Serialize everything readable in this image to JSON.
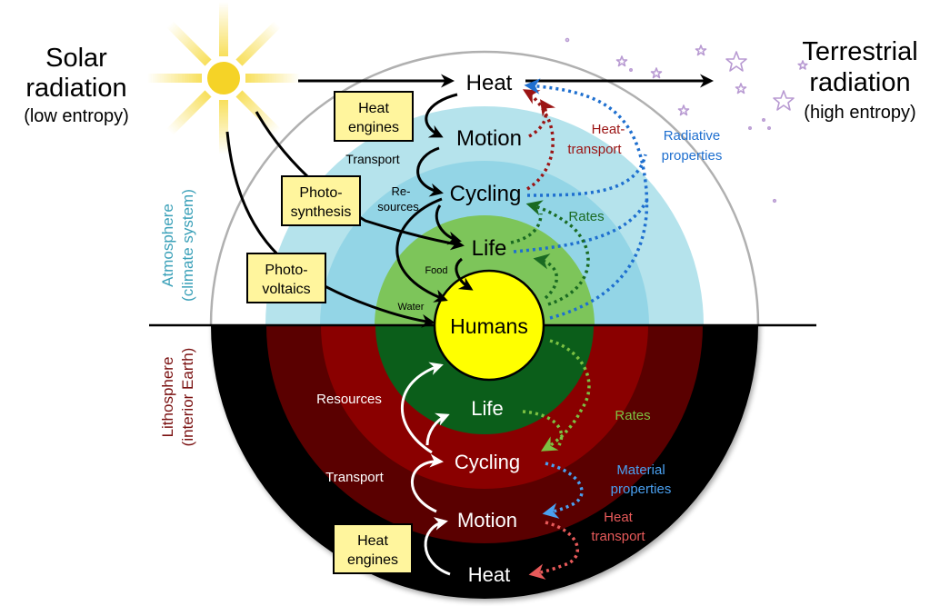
{
  "title_left": {
    "line1": "Solar",
    "line2": "radiation",
    "line3": "(low entropy)"
  },
  "title_right": {
    "line1": "Terrestrial",
    "line2": "radiation",
    "line3": "(high entropy)"
  },
  "side_labels": {
    "atmosphere": {
      "line1": "Atmosphere",
      "line2": "(climate system)"
    },
    "lithosphere": {
      "line1": "Lithosphere",
      "line2": "(interior Earth)"
    }
  },
  "center": {
    "label": "Humans"
  },
  "atmosphere_levels": {
    "heat": "Heat",
    "motion": "Motion",
    "cycling": "Cycling",
    "life": "Life"
  },
  "lithosphere_levels": {
    "life": "Life",
    "cycling": "Cycling",
    "motion": "Motion",
    "heat": "Heat"
  },
  "boxes": {
    "heat_engines_top": {
      "line1": "Heat",
      "line2": "engines"
    },
    "photosynthesis": {
      "line1": "Photo-",
      "line2": "synthesis"
    },
    "photovoltaics": {
      "line1": "Photo-",
      "line2": "voltaics"
    },
    "heat_engines_bottom": {
      "line1": "Heat",
      "line2": "engines"
    }
  },
  "flow_labels_top": {
    "transport": "Transport",
    "resources_1": "Re-",
    "resources_2": "sources",
    "food": "Food",
    "water": "Water"
  },
  "flow_labels_bottom": {
    "resources": "Resources",
    "transport": "Transport"
  },
  "feedback_labels_top": {
    "heat_transport_1": "Heat-",
    "heat_transport_2": "transport",
    "radiative_1": "Radiative",
    "radiative_2": "properties",
    "rates": "Rates"
  },
  "feedback_labels_bottom": {
    "rates": "Rates",
    "material_1": "Material",
    "material_2": "properties",
    "heat_transport_1": "Heat",
    "heat_transport_2": "transport"
  },
  "colors": {
    "sun": "#f5d327",
    "sun_ray": "#f7dc4a",
    "atmo_outer": "#b5e3ec",
    "atmo_mid": "#93d5e6",
    "life_green": "#7dc55a",
    "humans_yellow": "#ffff00",
    "litho_black": "#000000",
    "litho_darkred": "#5a0000",
    "litho_red": "#8a0000",
    "litho_green": "#0b5e1a",
    "box_fill": "#fff59d",
    "atmo_label": "#3aa0b8",
    "litho_label": "#7a1010",
    "heat_transport_top": "#9b1414",
    "radiative": "#1e6fcf",
    "rates_top": "#1a6a22",
    "rates_bottom": "#7cc142",
    "material": "#4aa0f0",
    "heat_transport_bottom": "#e85a5a",
    "star": "#b89ad2"
  }
}
